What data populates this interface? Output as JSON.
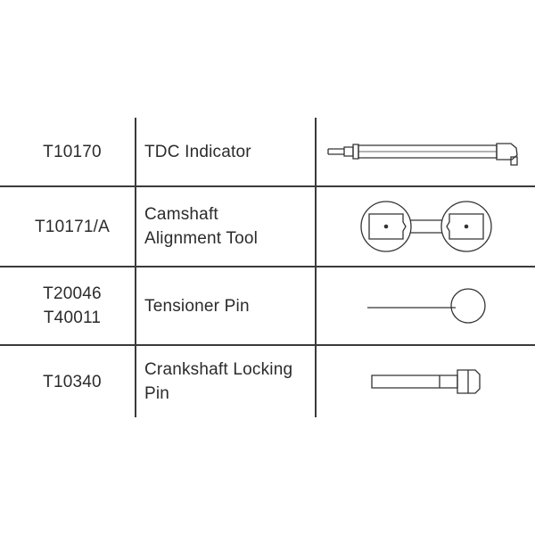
{
  "tools": [
    {
      "code_lines": [
        "T10170"
      ],
      "name_lines": [
        "TDC Indicator"
      ],
      "icon": "tdc-indicator-icon"
    },
    {
      "code_lines": [
        "T10171/A"
      ],
      "name_lines": [
        "Camshaft",
        "Alignment Tool"
      ],
      "icon": "camshaft-alignment-tool-icon"
    },
    {
      "code_lines": [
        "T20046",
        "T40011"
      ],
      "name_lines": [
        "Tensioner Pin"
      ],
      "icon": "tensioner-pin-icon"
    },
    {
      "code_lines": [
        "T10340"
      ],
      "name_lines": [
        "Crankshaft Locking",
        "Pin"
      ],
      "icon": "crankshaft-locking-pin-icon"
    }
  ],
  "colors": {
    "text": "#2b2b2b",
    "lines": "#3a3a3a",
    "background": "#ffffff"
  }
}
